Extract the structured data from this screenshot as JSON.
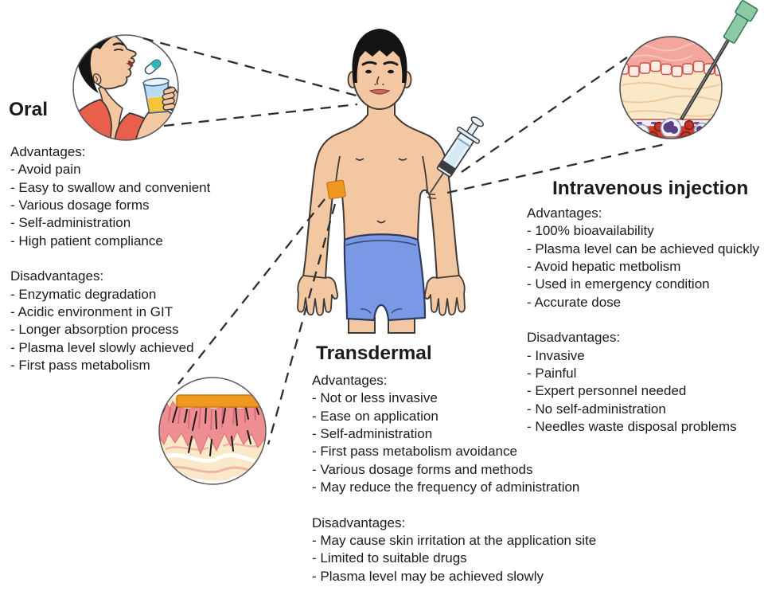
{
  "sections": {
    "oral": {
      "title": "Oral",
      "advantages_label": "Advantages:",
      "advantages": [
        "- Avoid pain",
        "- Easy to swallow and convenient",
        "- Various dosage forms",
        "- Self-administration",
        "- High patient compliance"
      ],
      "disadvantages_label": "Disadvantages:",
      "disadvantages": [
        "- Enzymatic degradation",
        "- Acidic environment in GIT",
        "- Longer absorption process",
        "- Plasma level slowly achieved",
        "- First pass metabolism"
      ]
    },
    "transdermal": {
      "title": "Transdermal",
      "advantages_label": "Advantages:",
      "advantages": [
        "- Not or less invasive",
        "- Ease on application",
        "- Self-administration",
        "- First pass metabolism avoidance",
        "- Various dosage forms and methods",
        "- May reduce the frequency of administration"
      ],
      "disadvantages_label": "Disadvantages:",
      "disadvantages": [
        "- May cause skin irritation at the application site",
        "- Limited to suitable drugs",
        "- Plasma level may be achieved slowly"
      ]
    },
    "intravenous": {
      "title": "Intravenous injection",
      "advantages_label": "Advantages:",
      "advantages": [
        "- 100% bioavailability",
        "- Plasma level can be achieved quickly",
        "- Avoid hepatic metbolism",
        "- Used in emergency condition",
        "- Accurate dose"
      ],
      "disadvantages_label": "Disadvantages:",
      "disadvantages": [
        "- Invasive",
        "- Painful",
        "- Expert personnel needed",
        "- No self-administration",
        "- Needles waste disposal problems"
      ]
    }
  },
  "illustrations": {
    "oral_scene": "person-swallowing-pill-with-glass-of-water",
    "transdermal_scene": "skin-cross-section-with-transdermal-patch",
    "intravenous_scene": "skin-cross-section-with-needle-in-blood-vessel",
    "center_scene": "boy-with-arm-patch-and-syringe"
  },
  "colors": {
    "text": "#1b1b1b",
    "connector": "#2f2f2f",
    "skin": "#f2c7a2",
    "outline": "#3e3a36",
    "hair": "#141414",
    "shorts": "#7b98e6",
    "shorts_outline": "#2c3a5e",
    "patch": "#f0971f",
    "shirt": "#e8604c",
    "capsule": "#2fb5ba",
    "water": "#b7dcf4",
    "juice": "#f3c53e",
    "tissue_pink": "#f2a69e",
    "dermis_cream": "#fbe8c8",
    "epidermis_pink": "#ee8e93",
    "blood": "#d23b2c",
    "rbc": "#c33528",
    "wbc_nucleus": "#5a3f85",
    "needle_hub": "#8ccaa6"
  }
}
